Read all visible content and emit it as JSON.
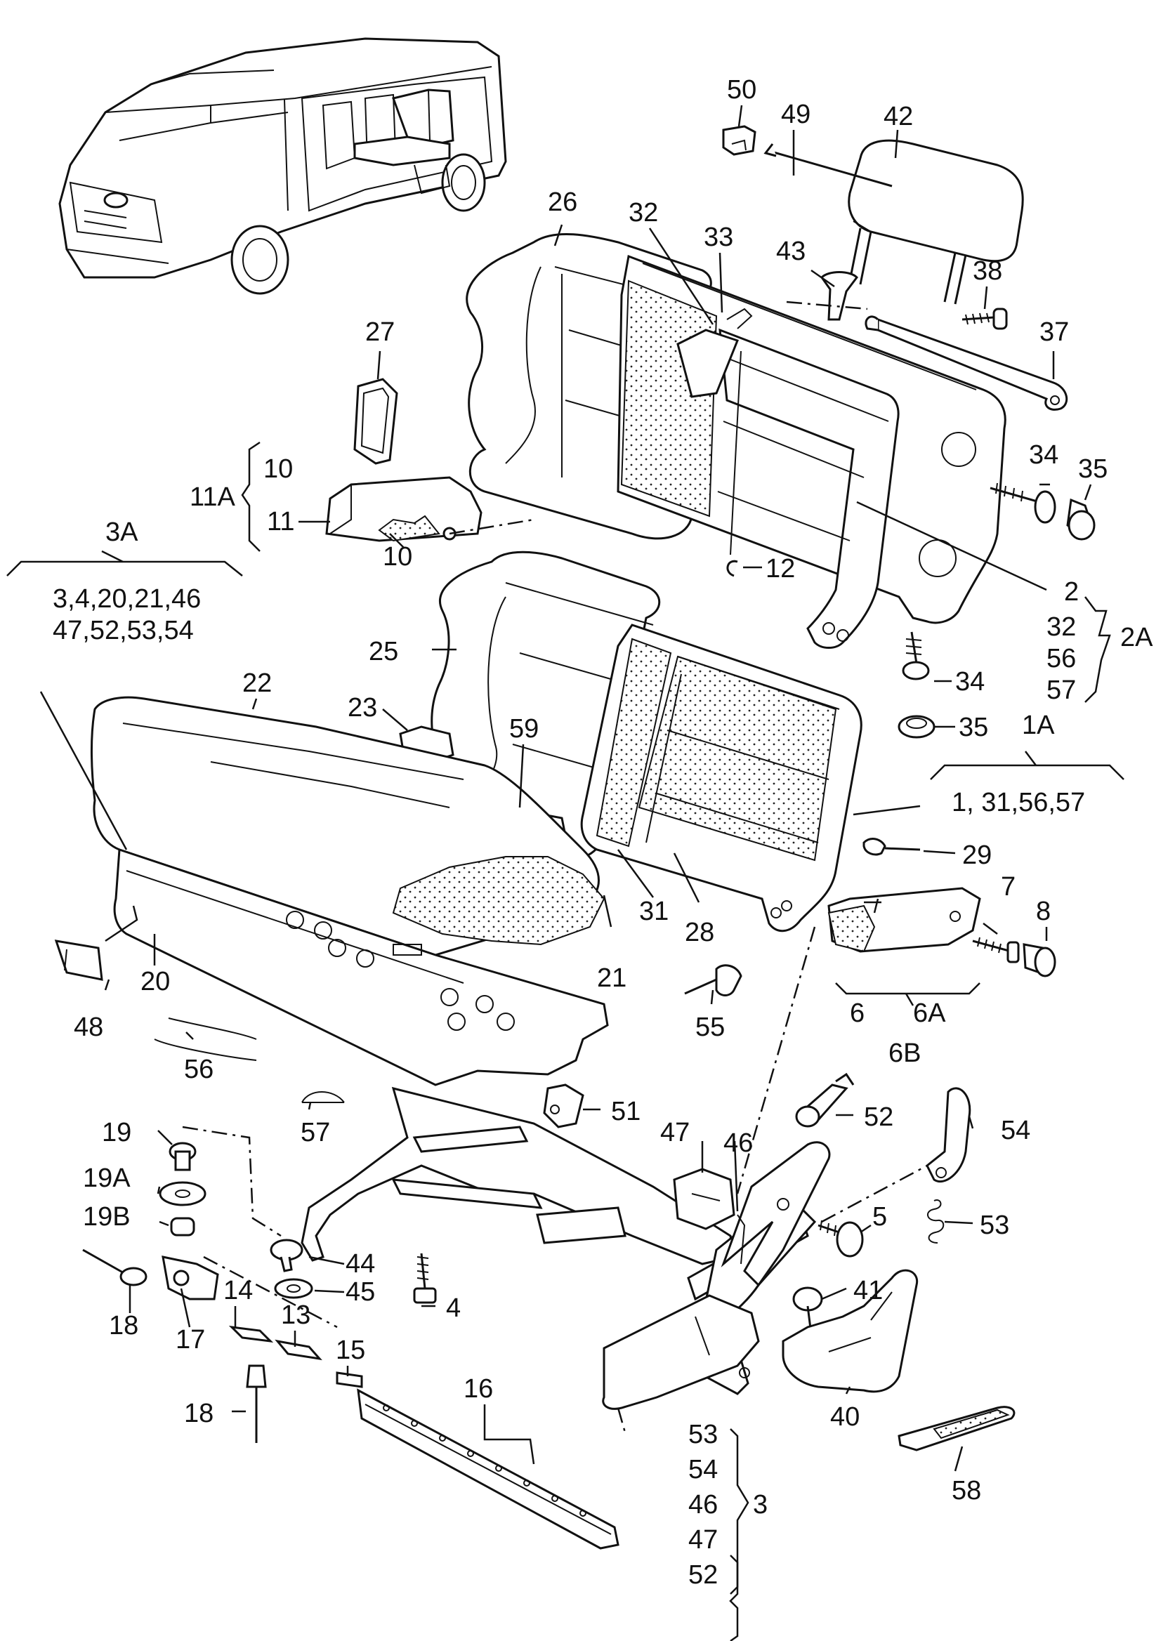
{
  "part_labels": {
    "p1": "1",
    "p2": "2",
    "p3": "3",
    "p4": "4",
    "p5": "5",
    "p6": "6",
    "p7": "7",
    "p8": "8",
    "p10a": "10",
    "p10b": "10",
    "p11": "11",
    "p12": "12",
    "p13": "13",
    "p14": "14",
    "p15": "15",
    "p16": "16",
    "p17": "17",
    "p18a": "18",
    "p18b": "18",
    "p19": "19",
    "p19a": "19A",
    "p19b": "19B",
    "p20": "20",
    "p21": "21",
    "p22": "22",
    "p23": "23",
    "p25": "25",
    "p26": "26",
    "p27": "27",
    "p28": "28",
    "p29": "29",
    "p31": "31",
    "p32": "32",
    "p33": "33",
    "p34a": "34",
    "p34b": "34",
    "p35a": "35",
    "p35b": "35",
    "p37": "37",
    "p38": "38",
    "p40": "40",
    "p41": "41",
    "p42": "42",
    "p43": "43",
    "p44": "44",
    "p45": "45",
    "p46": "46",
    "p47": "47",
    "p48": "48",
    "p49": "49",
    "p50": "50",
    "p51": "51",
    "p52": "52",
    "p53": "53",
    "p54": "54",
    "p55": "55",
    "p56": "56",
    "p57": "57",
    "p58": "58",
    "p59": "59"
  },
  "groups": {
    "g1A": {
      "code": "1A",
      "members": "1, 31,56,57"
    },
    "g2A": {
      "code": "2A",
      "m1": "2",
      "m2": "32",
      "m3": "56",
      "m4": "57"
    },
    "g3A": {
      "code": "3A",
      "m1": "3,4,20,21,46",
      "m2": "47,52,53,54"
    },
    "g6B": {
      "code": "6B",
      "m1": "6",
      "m2": "6A"
    },
    "g11A": {
      "code": "11A",
      "m1": "10",
      "m2": "11",
      "m3": "10"
    },
    "g3": {
      "code": "3",
      "m1": "53",
      "m2": "54",
      "m3": "46",
      "m4": "47",
      "m5": "52"
    }
  }
}
